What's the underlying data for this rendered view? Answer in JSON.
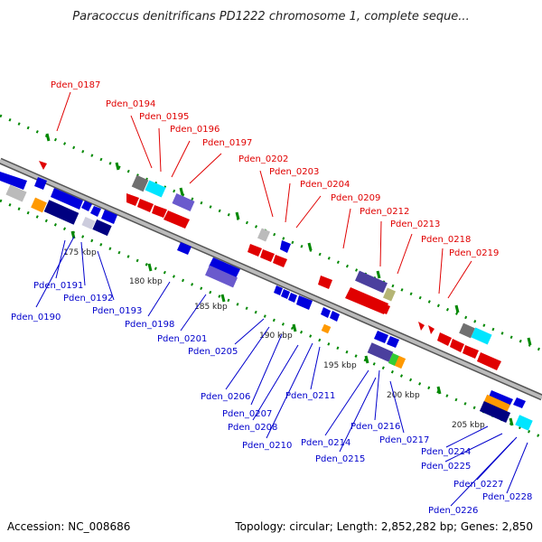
{
  "title": "Paracoccus denitrificans PD1222 chromosome 1, complete seque...",
  "footer": {
    "accession": "Accession: NC_008686",
    "topology": "Topology: circular; Length: 2,852,282 bp; Genes: 2,850"
  },
  "colors": {
    "forward_label": "#ff0000",
    "reverse_label": "#0000cc",
    "backbone": "#888888",
    "tick_dots": "#008800"
  },
  "ticks": [
    "175 kbp",
    "180 kbp",
    "185 kbp",
    "190 kbp",
    "195 kbp",
    "200 kbp",
    "205 kbp"
  ],
  "forward_genes": [
    "Pden_0187",
    "Pden_0194",
    "Pden_0195",
    "Pden_0196",
    "Pden_0197",
    "Pden_0202",
    "Pden_0203",
    "Pden_0204",
    "Pden_0209",
    "Pden_0212",
    "Pden_0213",
    "Pden_0218",
    "Pden_0219"
  ],
  "reverse_genes": [
    "Pden_0191",
    "Pden_0192",
    "Pden_0190",
    "Pden_0193",
    "Pden_0198",
    "Pden_0201",
    "Pden_0205",
    "Pden_0206",
    "Pden_0207",
    "Pden_0208",
    "Pden_0211",
    "Pden_0210",
    "Pden_0214",
    "Pden_0216",
    "Pden_0215",
    "Pden_0217",
    "Pden_0224",
    "Pden_0225",
    "Pden_0227",
    "Pden_0228",
    "Pden_0226"
  ]
}
